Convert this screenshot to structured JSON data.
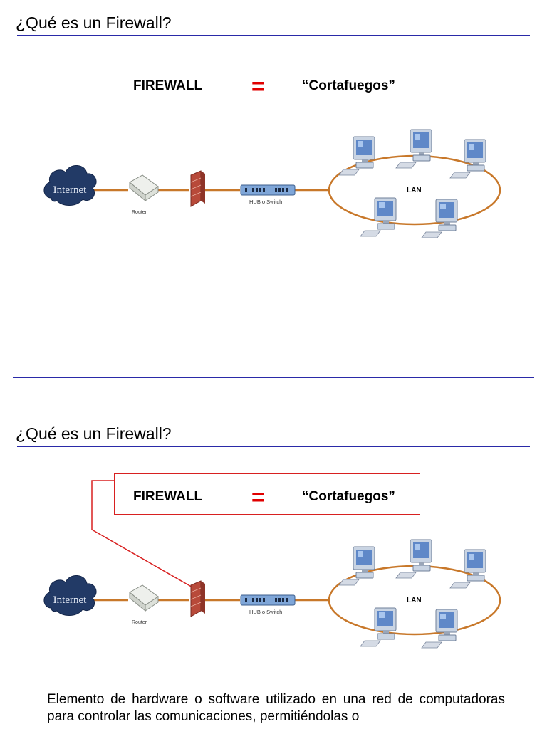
{
  "slide1": {
    "title": "¿Qué es un Firewall?",
    "term": "FIREWALL",
    "equals": "=",
    "translation": "“Cortafuegos”"
  },
  "slide2": {
    "title": "¿Qué es un Firewall?",
    "term": "FIREWALL",
    "equals": "=",
    "translation": "“Cortafuegos”",
    "description": "Elemento de hardware o software utilizado en una red de computadoras para controlar las comunicaciones, permitiéndolas o"
  },
  "diagram": {
    "internet_label": "Internet",
    "router_label": "Router",
    "hub_label": "HUB o Switch",
    "lan_label": "LAN"
  },
  "colors": {
    "rule": "#2a2aa8",
    "equals": "#e00000",
    "box_border": "#d82020",
    "link": "#c8782a",
    "lan_ring": "#c8782a",
    "cloud": "#223a66",
    "brick": "#b84a3a",
    "hub": "#7fa6d8",
    "monitor": "#5f88c8"
  }
}
